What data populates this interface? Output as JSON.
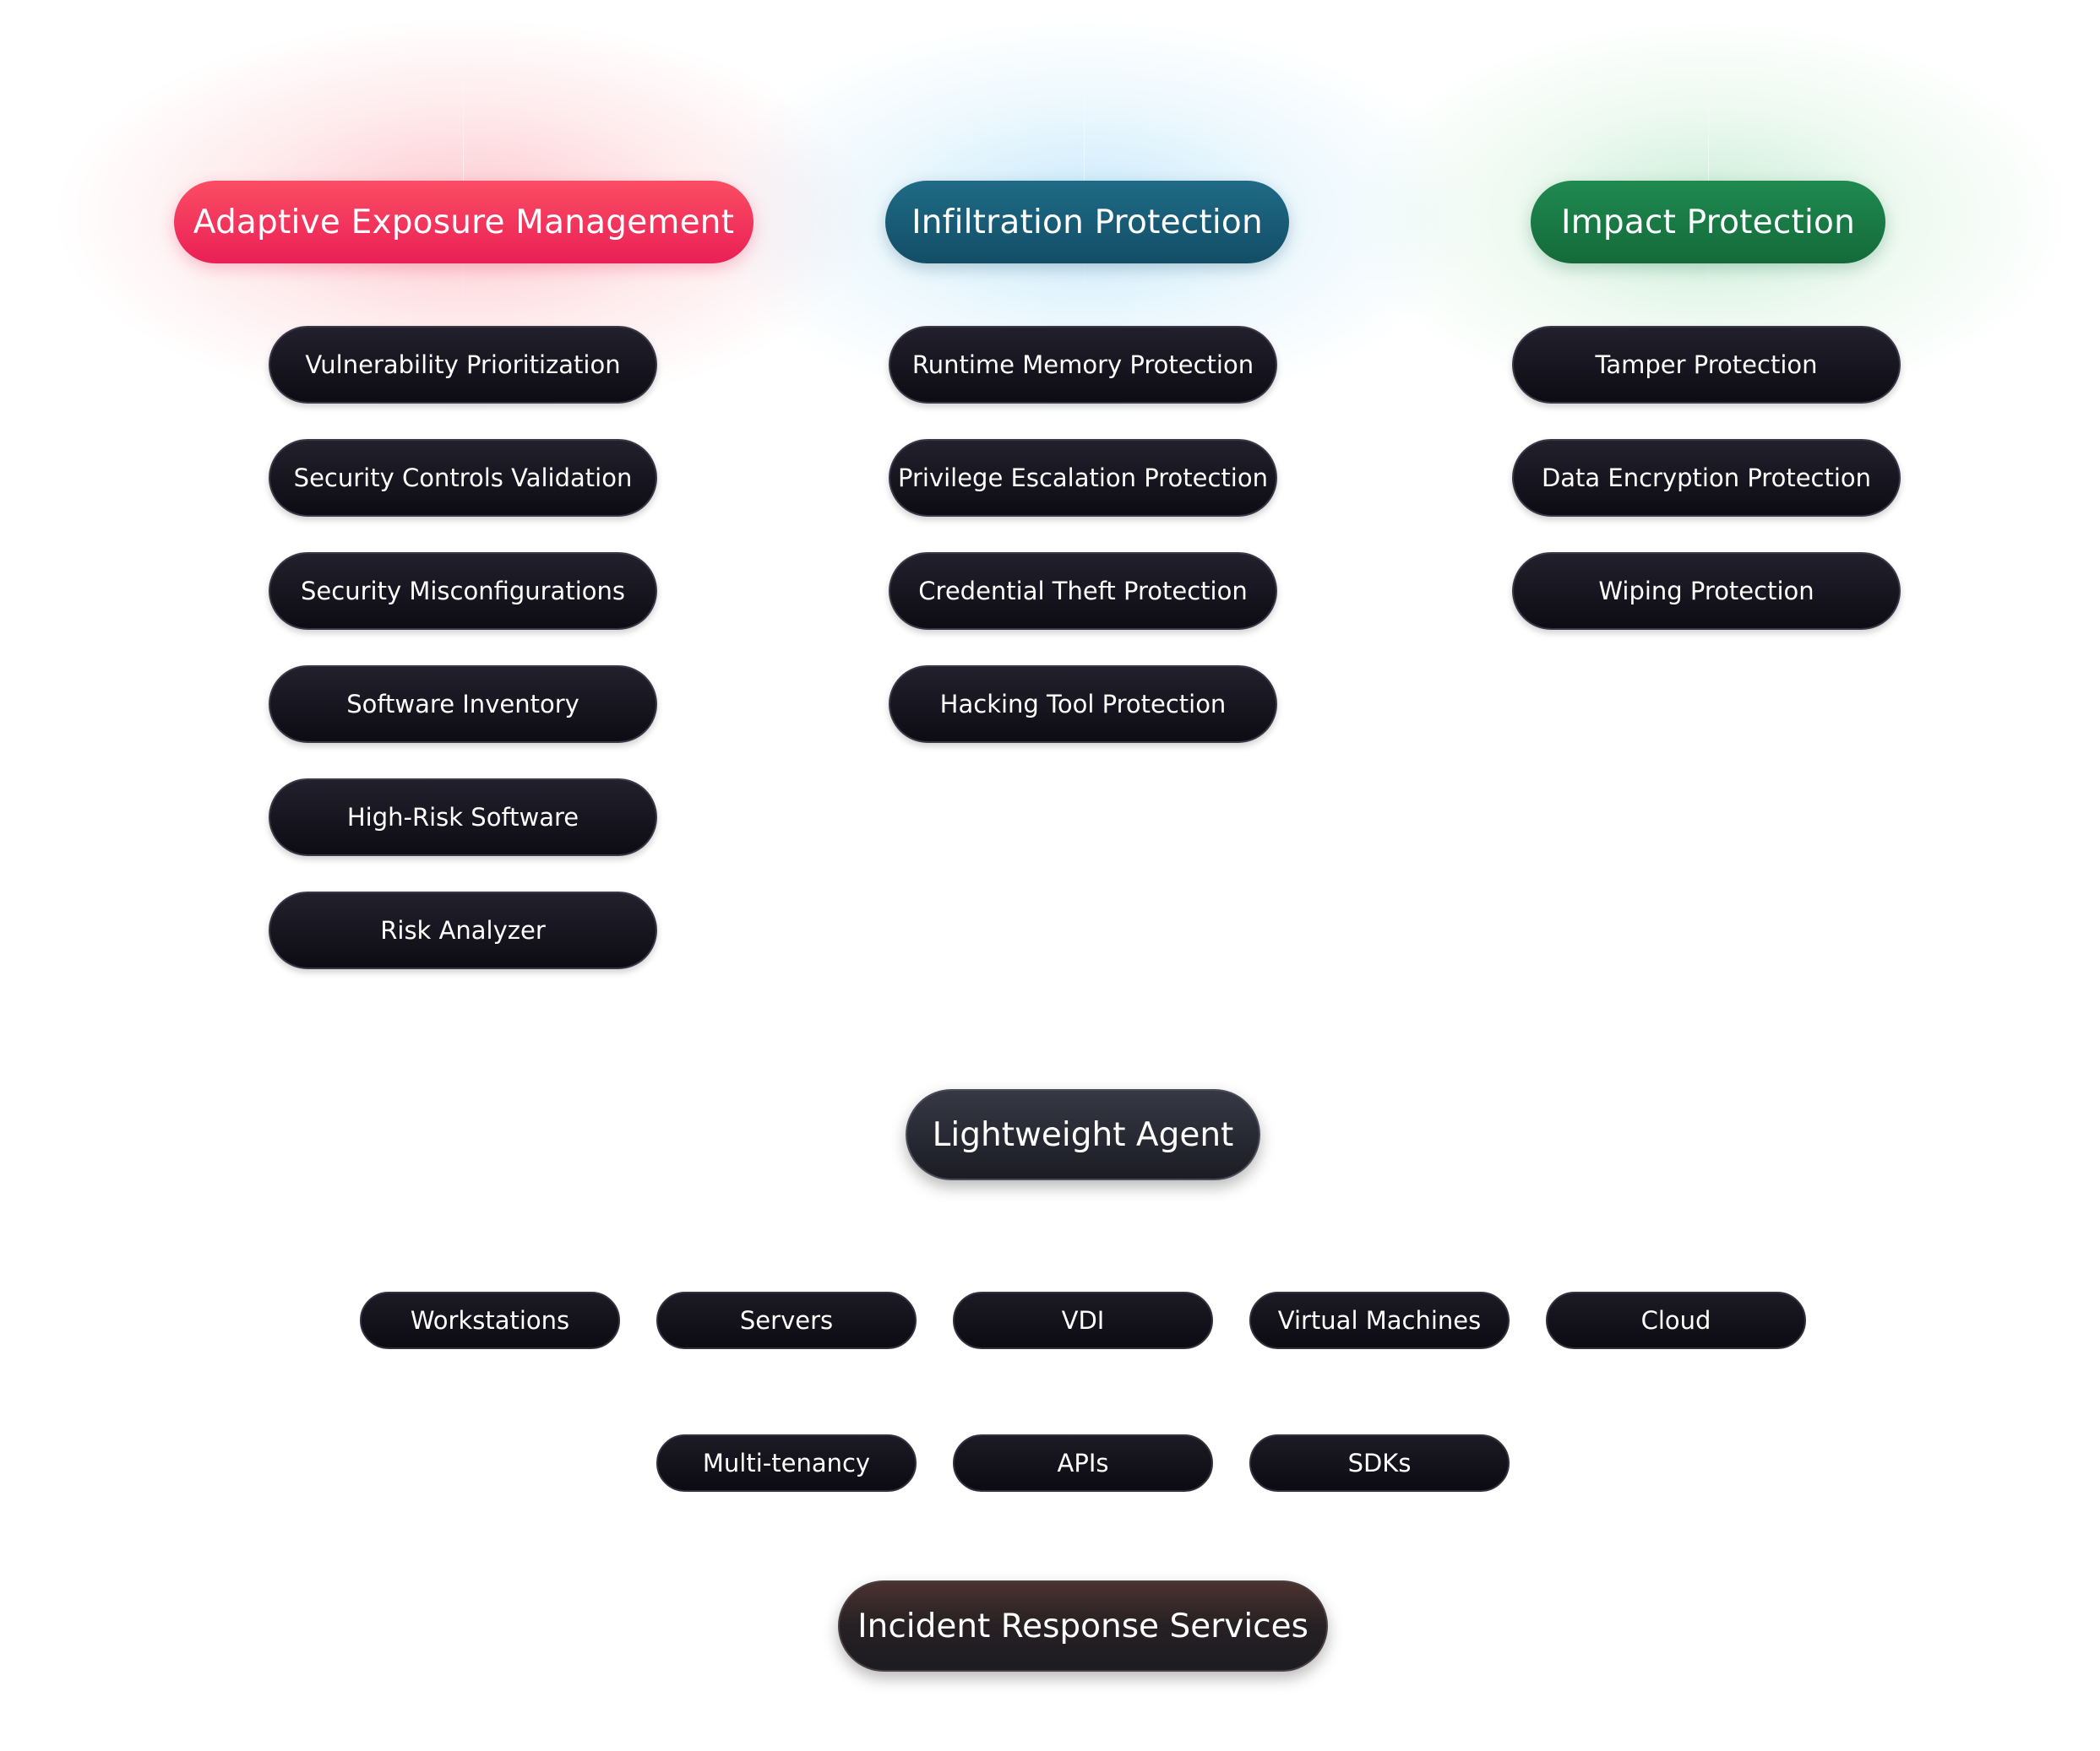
{
  "columns": [
    {
      "title": "Adaptive Exposure Management",
      "color": "#ee2a5a",
      "items": [
        "Vulnerability Prioritization",
        "Security Controls Validation",
        "Security Misconfigurations",
        "Software Inventory",
        "High-Risk Software",
        "Risk Analyzer"
      ]
    },
    {
      "title": "Infiltration Protection",
      "color": "#165a75",
      "items": [
        "Runtime Memory Protection",
        "Privilege Escalation Protection",
        "Credential Theft Protection",
        "Hacking Tool Protection"
      ]
    },
    {
      "title": "Impact Protection",
      "color": "#187a45",
      "items": [
        "Tamper Protection",
        "Data Encryption Protection",
        "Wiping Protection"
      ]
    }
  ],
  "agent": {
    "label": "Lightweight Agent"
  },
  "platforms": {
    "row1": [
      "Workstations",
      "Servers",
      "VDI",
      "Virtual Machines",
      "Cloud"
    ],
    "row2": [
      "Multi-tenancy",
      "APIs",
      "SDKs"
    ]
  },
  "services": {
    "label": "Incident Response Services"
  }
}
